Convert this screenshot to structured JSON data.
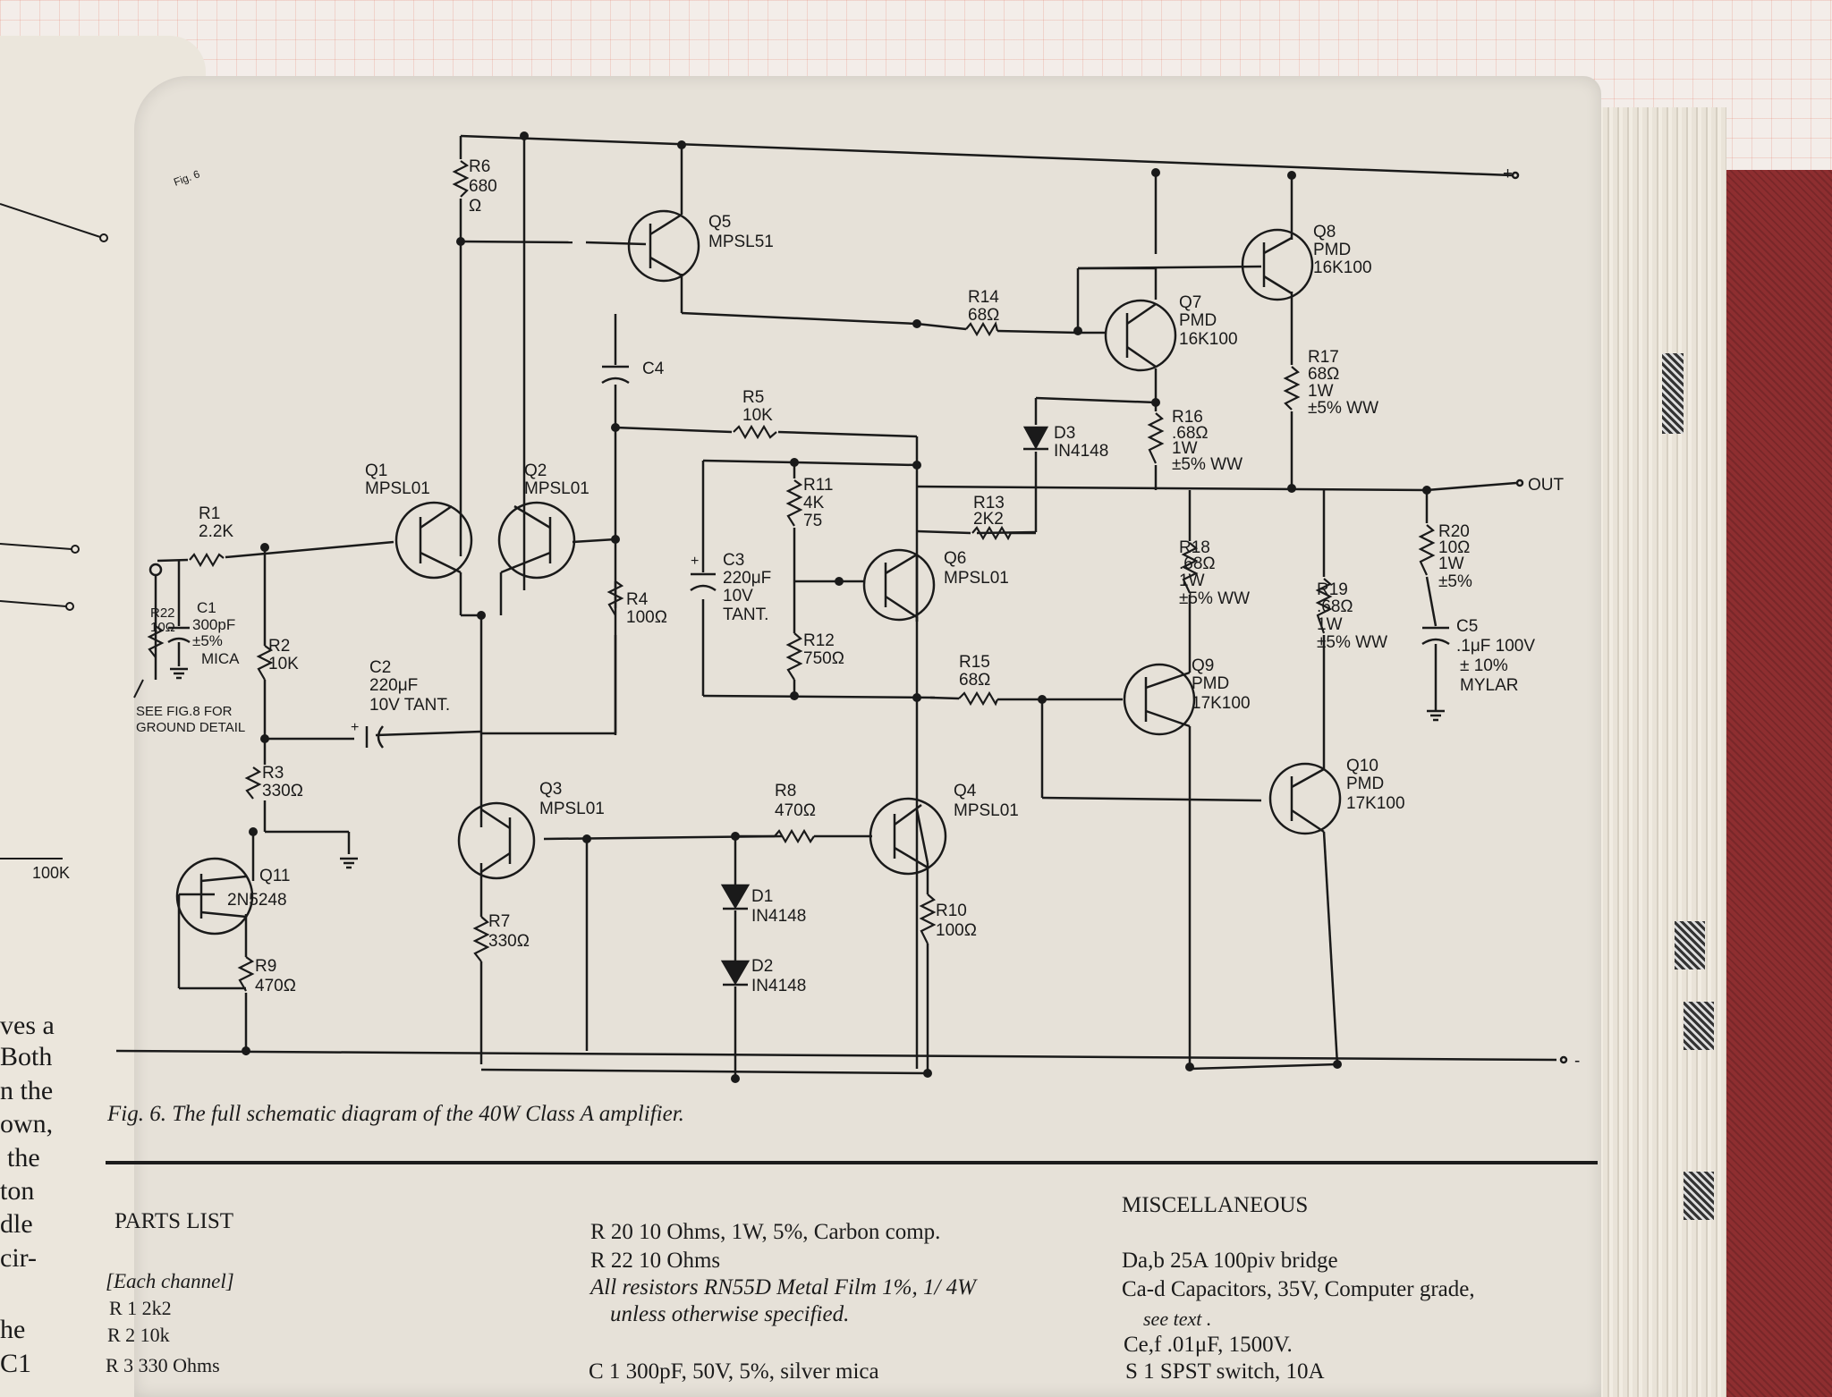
{
  "schematic": {
    "fig_side_label": "Fig. 6",
    "components": {
      "q5": [
        "Q5",
        "MPSL51"
      ],
      "q8": [
        "Q8",
        "PMD",
        "16K100"
      ],
      "q7": [
        "Q7",
        "PMD",
        "16K100"
      ],
      "q1": [
        "Q1",
        "MPSL01"
      ],
      "q2": [
        "Q2",
        "MPSL01"
      ],
      "q6": [
        "Q6",
        "MPSL01"
      ],
      "q9": [
        "Q9",
        "PMD",
        "17K100"
      ],
      "q10": [
        "Q10",
        "PMD",
        "17K100"
      ],
      "q3": [
        "Q3",
        "MPSL01"
      ],
      "q4": [
        "Q4",
        "MPSL01"
      ],
      "q11": [
        "Q11",
        "2N5248"
      ],
      "r6": [
        "R6",
        "680",
        "Ω"
      ],
      "r14": [
        "R14",
        "68Ω"
      ],
      "r5": [
        "R5",
        "10K"
      ],
      "r11": [
        "R11",
        "4K",
        "75"
      ],
      "r13": [
        "R13",
        "2K2"
      ],
      "r12": [
        "R12",
        "750Ω"
      ],
      "r15": [
        "R15",
        "68Ω"
      ],
      "r16": [
        "R16",
        ".68Ω",
        "1W",
        "±5% WW"
      ],
      "r17": [
        "R17",
        "68Ω",
        "1W",
        "±5% WW"
      ],
      "r18": [
        "R18",
        ".68Ω",
        "1W",
        "±5% WW"
      ],
      "r19": [
        "R19",
        ".68Ω",
        "1W",
        "±5% WW"
      ],
      "r20": [
        "R20",
        "10Ω",
        "1W",
        "±5%"
      ],
      "r1": [
        "R1",
        "2.2K"
      ],
      "r22": [
        "R22",
        "10Ω"
      ],
      "r2": [
        "R2",
        "10K"
      ],
      "r3": [
        "R3",
        "330Ω"
      ],
      "r4": [
        "R4",
        "100Ω"
      ],
      "r7": [
        "R7",
        "330Ω"
      ],
      "r8": [
        "R8",
        "470Ω"
      ],
      "r9": [
        "R9",
        "470Ω"
      ],
      "r10": [
        "R10",
        "100Ω"
      ],
      "c1": [
        "C1",
        "300pF",
        "±5%",
        "MICA"
      ],
      "c2": [
        "C2",
        "220μF",
        "10V TANT."
      ],
      "c3": [
        "C3",
        "220μF",
        "10V",
        "TANT."
      ],
      "c4": [
        "C4"
      ],
      "c5": [
        "C5",
        ".1μF  100V",
        "± 10%",
        "MYLAR"
      ],
      "d1": [
        "D1",
        "IN4148"
      ],
      "d2": [
        "D2",
        "IN4148"
      ],
      "d3": [
        "D3",
        "IN4148"
      ]
    },
    "ground_note": [
      "SEE FIG.8 FOR",
      "GROUND DETAIL"
    ],
    "out_label": "OUT",
    "plus_label": "+",
    "minus_label": "-",
    "left_page_label": "100K"
  },
  "caption": "Fig. 6. The full schematic diagram of the 40W Class A amplifier.",
  "parts_list": {
    "title": "PARTS LIST",
    "each_channel": "[Each channel]",
    "items": [
      "R 1  2k2",
      "R 2  10k",
      "R 3  330 Ohms"
    ]
  },
  "middle_column": {
    "lines": [
      "R 20   10 Ohms, 1W, 5%, Carbon comp.",
      "R 22   10 Ohms",
      "All resistors RN55D Metal Film 1%, 1/ 4W",
      "unless otherwise specified.",
      "C 1   300pF, 50V, 5%, silver mica"
    ]
  },
  "miscellaneous": {
    "title": "MISCELLANEOUS",
    "lines": [
      "Da,b   25A 100piv bridge",
      "Ca-d   Capacitors, 35V, Computer grade,",
      "see text .",
      "Ce,f   .01μF, 1500V.",
      "S 1   SPST switch, 10A"
    ]
  },
  "left_page_fragments": [
    "ves a",
    "Both",
    "n the",
    "own,",
    "the",
    "ton",
    "dle",
    "cir-",
    "he",
    "C1"
  ]
}
